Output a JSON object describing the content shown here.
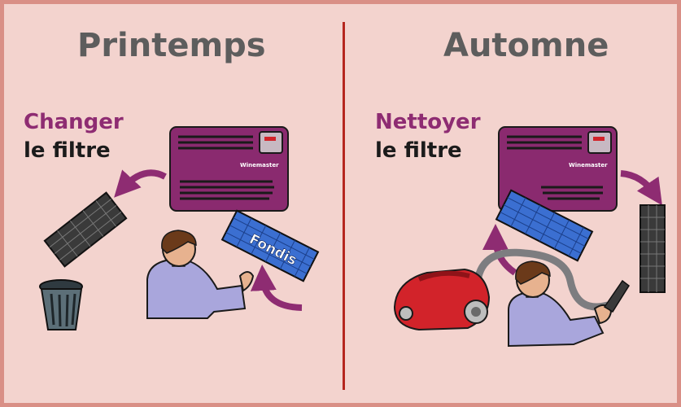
{
  "panels": [
    {
      "title": "Printemps",
      "action_verb": "Changer",
      "action_object": "le filtre",
      "new_filter_label": "Fondis",
      "unit_brand": "Winemaster"
    },
    {
      "title": "Automne",
      "action_verb": "Nettoyer",
      "action_object": "le filtre",
      "unit_brand": "Winemaster"
    }
  ],
  "colors": {
    "background": "#f3d3ce",
    "border": "#d98f86",
    "divider": "#b5261e",
    "accent_purple": "#8e2c72",
    "unit_purple": "#8a2a6f",
    "filter_blue": "#3b6fd1",
    "vacuum_red": "#d2232a"
  }
}
